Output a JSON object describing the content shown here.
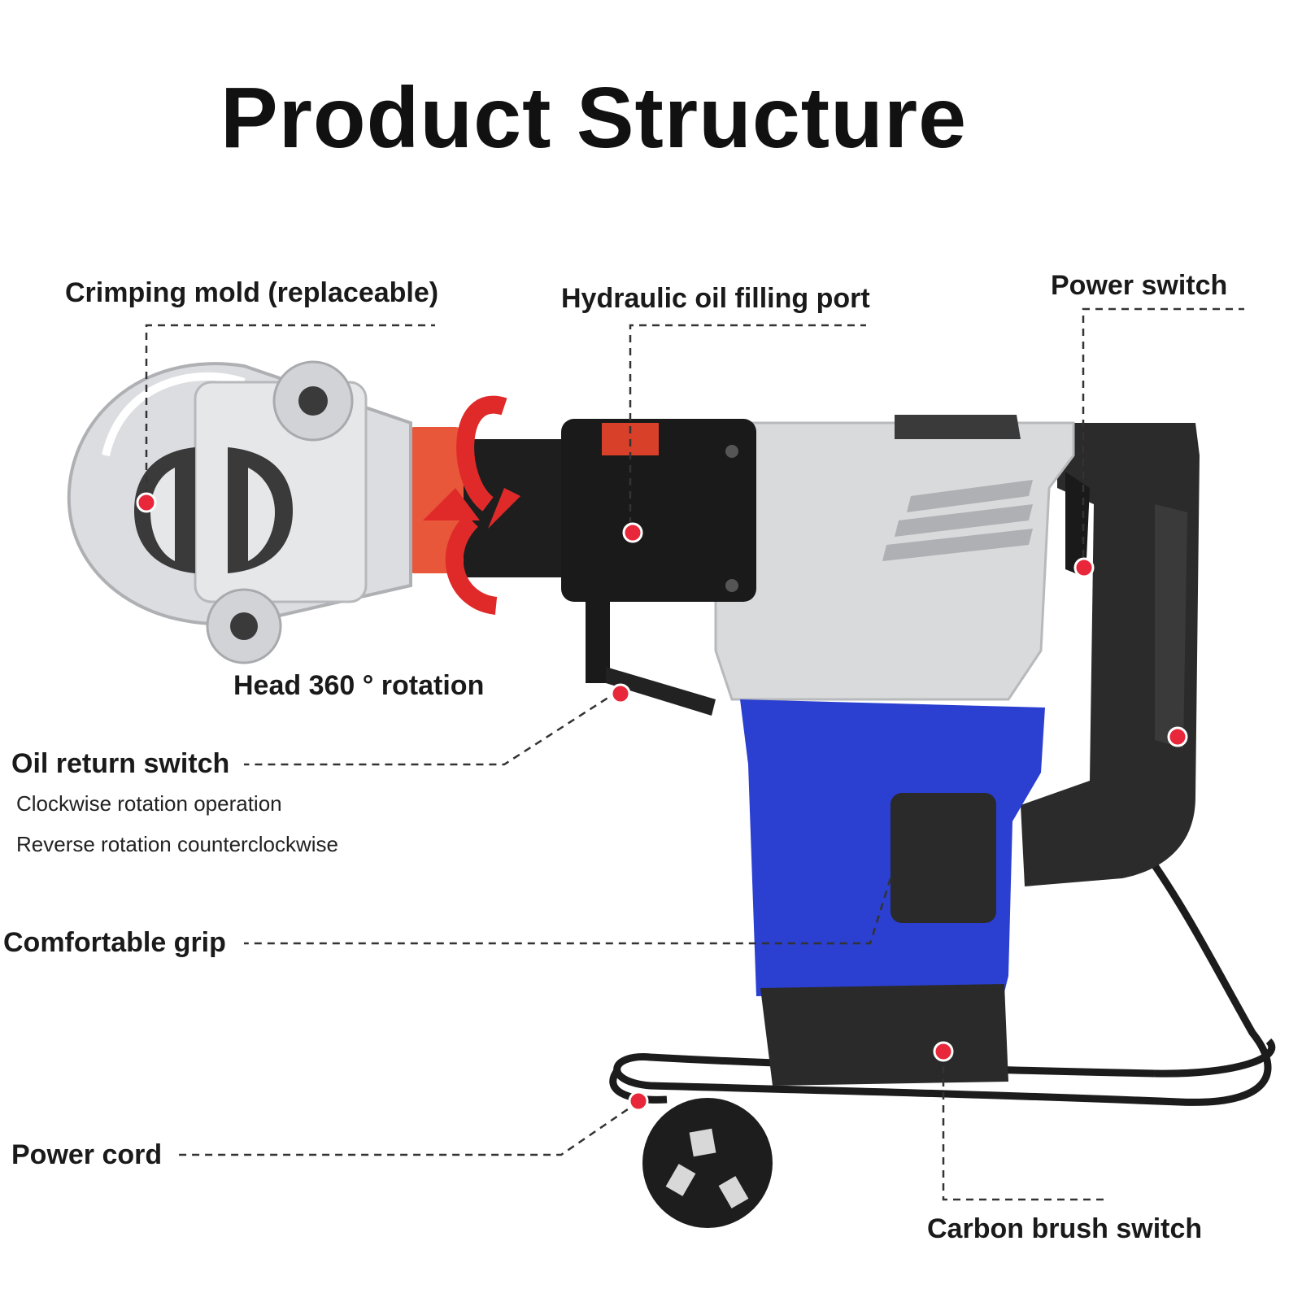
{
  "title": "Product Structure",
  "labels": {
    "crimping_mold": "Crimping mold (replaceable)",
    "oil_port": "Hydraulic oil filling port",
    "power_switch": "Power switch",
    "head_rotation": "Head 360 ° rotation",
    "oil_return": "Oil return switch",
    "oil_return_cw": "Clockwise rotation operation",
    "oil_return_ccw": "Reverse rotation counterclockwise",
    "grip": "Comfortable grip",
    "power_cord": "Power cord",
    "carbon_brush": "Carbon brush switch"
  },
  "colors": {
    "marker": "#e8283a",
    "body_blue": "#2b3fd0",
    "handle_black": "#2a2a2a",
    "metal_silver": "#d9dadd",
    "rotation_arrow": "#e02a2a"
  }
}
